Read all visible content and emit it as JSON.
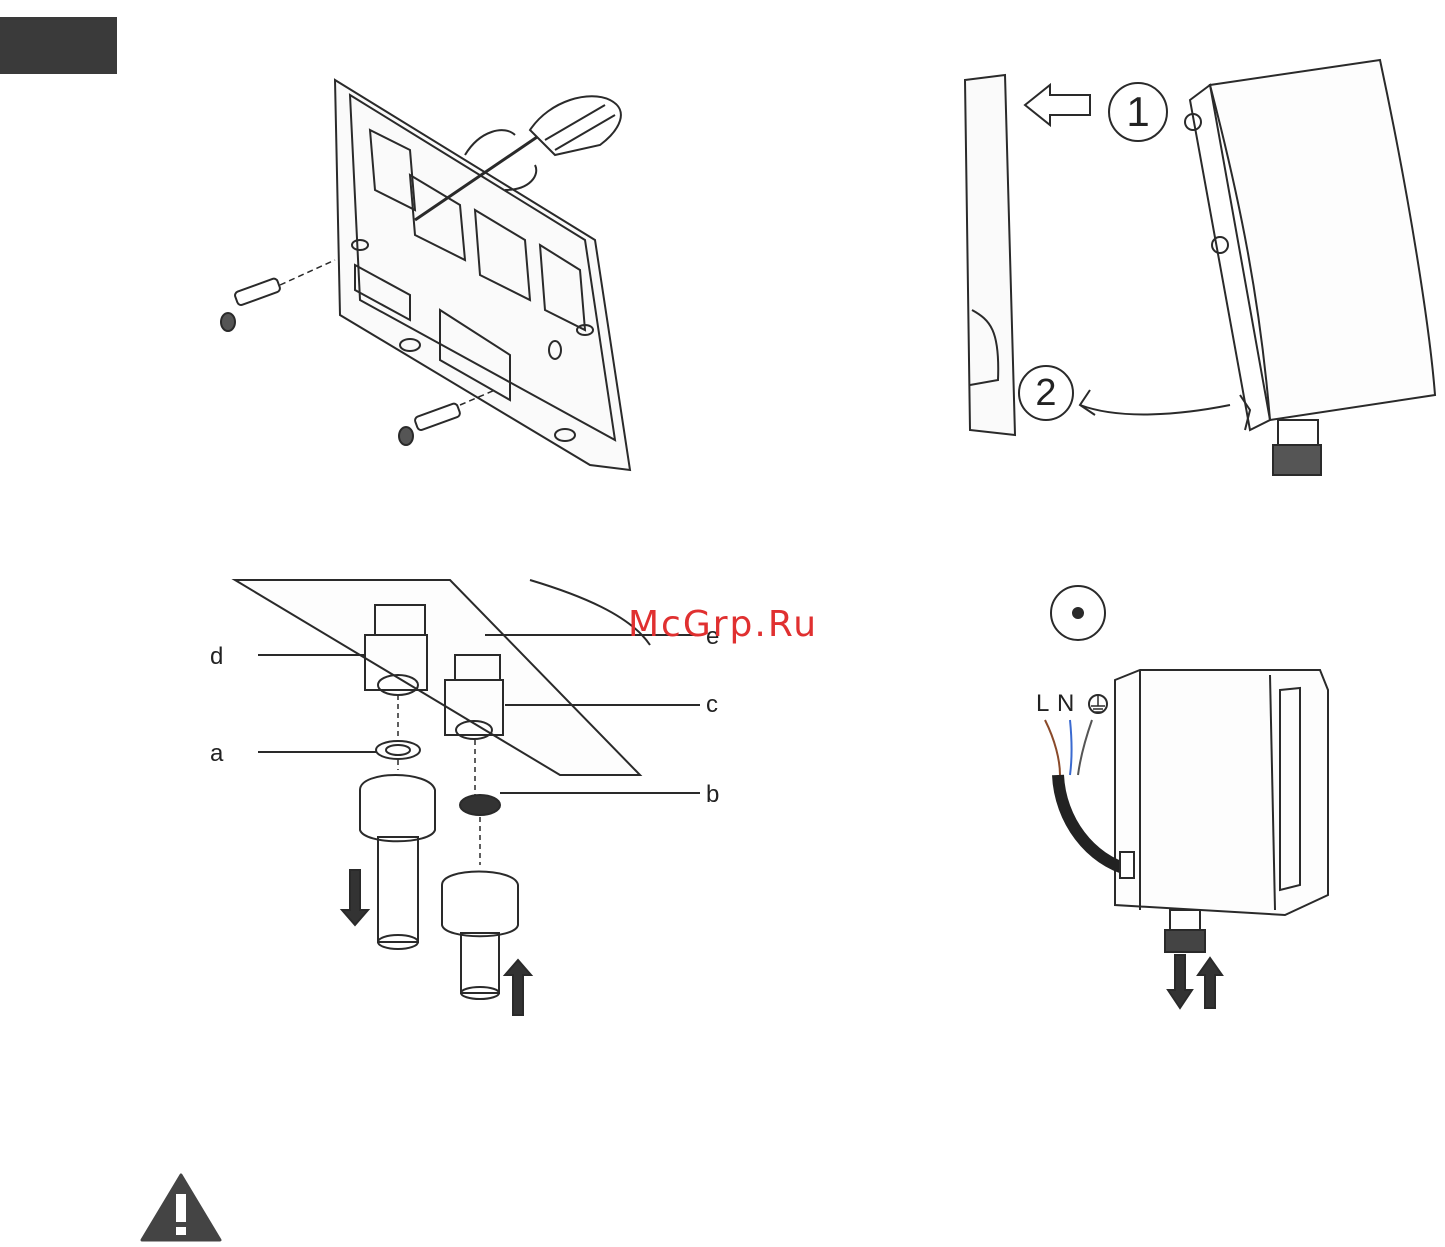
{
  "figure1": {
    "description_labels": []
  },
  "figure2": {
    "step_labels": [
      "1",
      "2"
    ]
  },
  "figure3": {
    "part_labels": {
      "d": "d",
      "e": "e",
      "c": "c",
      "a": "a",
      "b": "b"
    }
  },
  "figure4": {
    "wire_labels": [
      "L",
      "N"
    ]
  },
  "watermark": "McGrp.Ru",
  "colors": {
    "corner_tab": "#3a3a3a",
    "line": "#2a2a2a",
    "watermark": "#e03030",
    "warning": "#444444",
    "wire_brown": "#8a4a2a",
    "wire_blue": "#3a6ad0"
  }
}
